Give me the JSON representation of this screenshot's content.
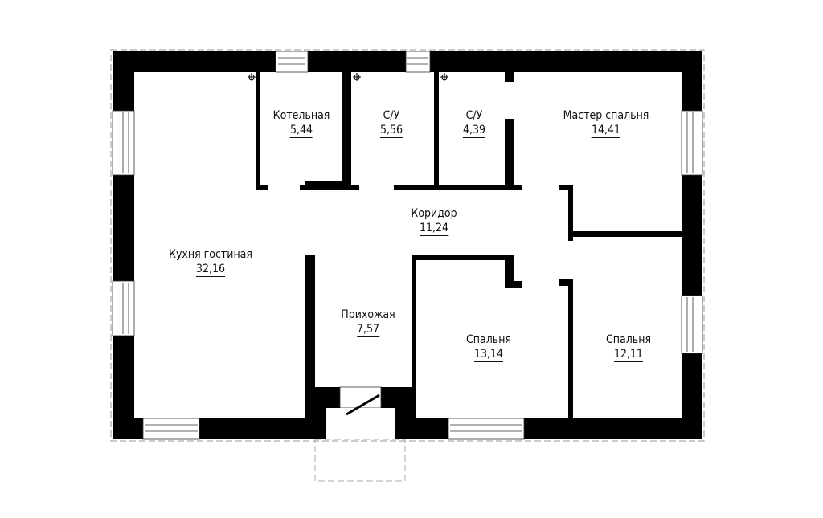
{
  "rooms": [
    {
      "name": "Котельная",
      "area": "5,44"
    },
    {
      "name": "С/У",
      "area": "5,56"
    },
    {
      "name": "С/У",
      "area": "4,39"
    },
    {
      "name": "Мастер спальня",
      "area": "14,41"
    },
    {
      "name": "Коридор",
      "area": "11,24"
    },
    {
      "name": "Кухня гостиная",
      "area": "32,16"
    },
    {
      "name": "Прихожая",
      "area": "7,57"
    },
    {
      "name": "Спальня",
      "area": "13,14"
    },
    {
      "name": "Спальня",
      "area": "12,11"
    }
  ],
  "colors": {
    "wall": "#000000",
    "dash": "#999999"
  }
}
